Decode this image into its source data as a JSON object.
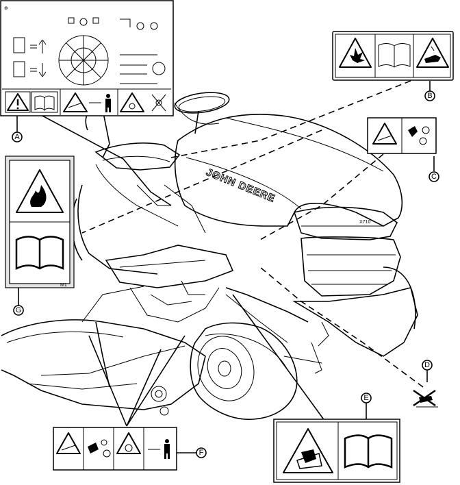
{
  "brand_text": "JOHN DEERE",
  "model_text": "X710",
  "figure_code": "M1",
  "callouts": [
    {
      "id": "A",
      "label": "A"
    },
    {
      "id": "B",
      "label": "B"
    },
    {
      "id": "C",
      "label": "C"
    },
    {
      "id": "D",
      "label": "D"
    },
    {
      "id": "E",
      "label": "E"
    },
    {
      "id": "F",
      "label": "F"
    },
    {
      "id": "G",
      "label": "G"
    }
  ],
  "decals": {
    "A": [
      "warning-triangle-icon",
      "operator-manual-icon",
      "slope-hazard-icon",
      "keep-distance-icon",
      "rollover-hazard-icon",
      "no-passenger-icon"
    ],
    "B": [
      "fire-explosion-icon",
      "operator-manual-icon",
      "corrosive-hand-icon"
    ],
    "C": [
      "slope-hazard-icon",
      "no-spark-icon"
    ],
    "D": [
      "no-lift-jack-icon"
    ],
    "E": [
      "crush-hazard-icon",
      "operator-manual-icon"
    ],
    "F": [
      "slope-hazard-icon",
      "thrown-object-icon",
      "blade-hazard-icon",
      "keep-distance-icon"
    ],
    "G": [
      "flammable-fire-icon",
      "operator-manual-icon"
    ]
  }
}
